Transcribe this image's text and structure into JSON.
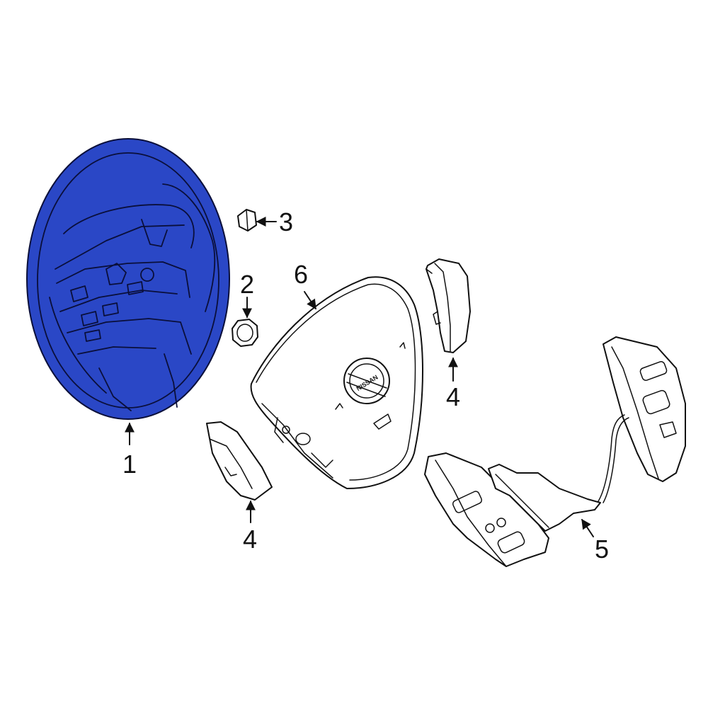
{
  "colors": {
    "highlight": "#2a47c6",
    "line": "#111111",
    "background": "#ffffff"
  },
  "callouts": {
    "c1": "1",
    "c2": "2",
    "c3": "3",
    "c4_upper": "4",
    "c4_lower": "4",
    "c5": "5",
    "c6": "6"
  },
  "emblem_text": "NISSAN",
  "parts": {
    "steering_wheel": "highlighted",
    "nut": "",
    "clip": "",
    "cover_upper": "",
    "cover_lower": "",
    "switch_assembly": "",
    "airbag_module": ""
  }
}
